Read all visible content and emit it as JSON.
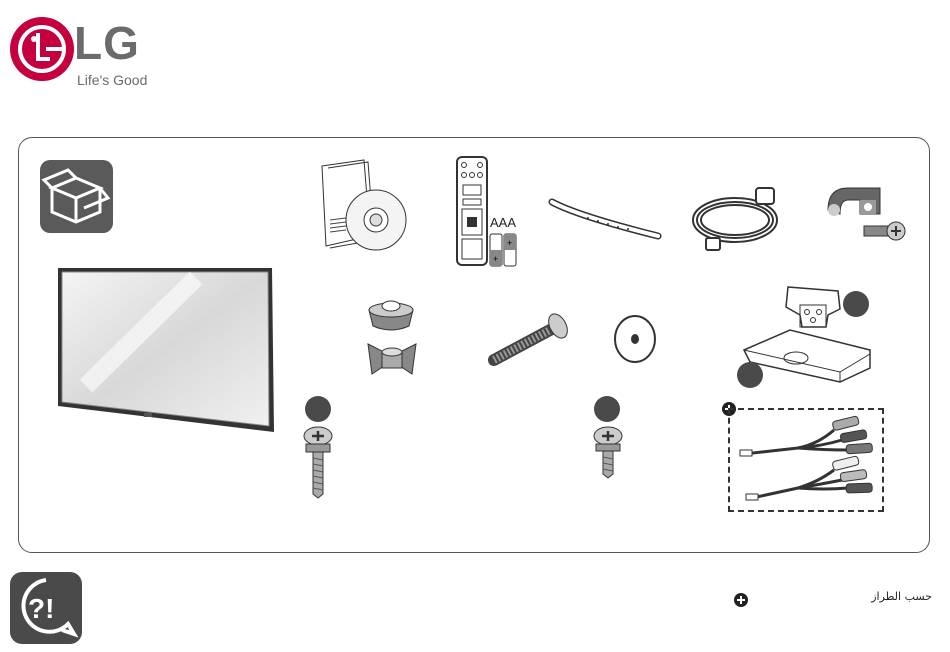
{
  "brand": {
    "name": "LG",
    "tagline": "Life's Good",
    "logo_color": "#c5003e"
  },
  "accessories": {
    "battery_label": "AAA",
    "items": [
      "manual-and-cd",
      "remote-control",
      "batteries",
      "cable-holder",
      "power-cord",
      "wall-clamp",
      "stand-screw",
      "stand-base-nut",
      "wing-nut",
      "stand-bolt",
      "washer",
      "stand-body",
      "stand-base",
      "screw-m4",
      "screw-m4-b",
      "av-cable",
      "component-cable"
    ]
  },
  "footer": {
    "note_text": "حسب الطراز"
  }
}
